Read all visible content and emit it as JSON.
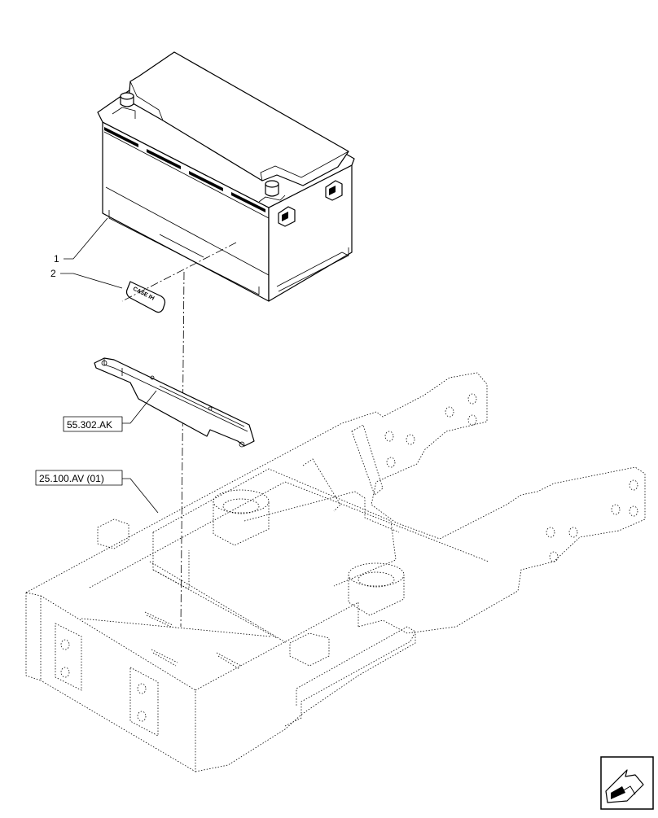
{
  "callouts": {
    "item_1": "1",
    "item_2": "2",
    "ref_bracket": "55.302.AK",
    "ref_frame": "25.100.AV (01)"
  },
  "decal": {
    "brand_text": "CASE IH"
  },
  "nav": {
    "icon": "arrow-icon"
  }
}
